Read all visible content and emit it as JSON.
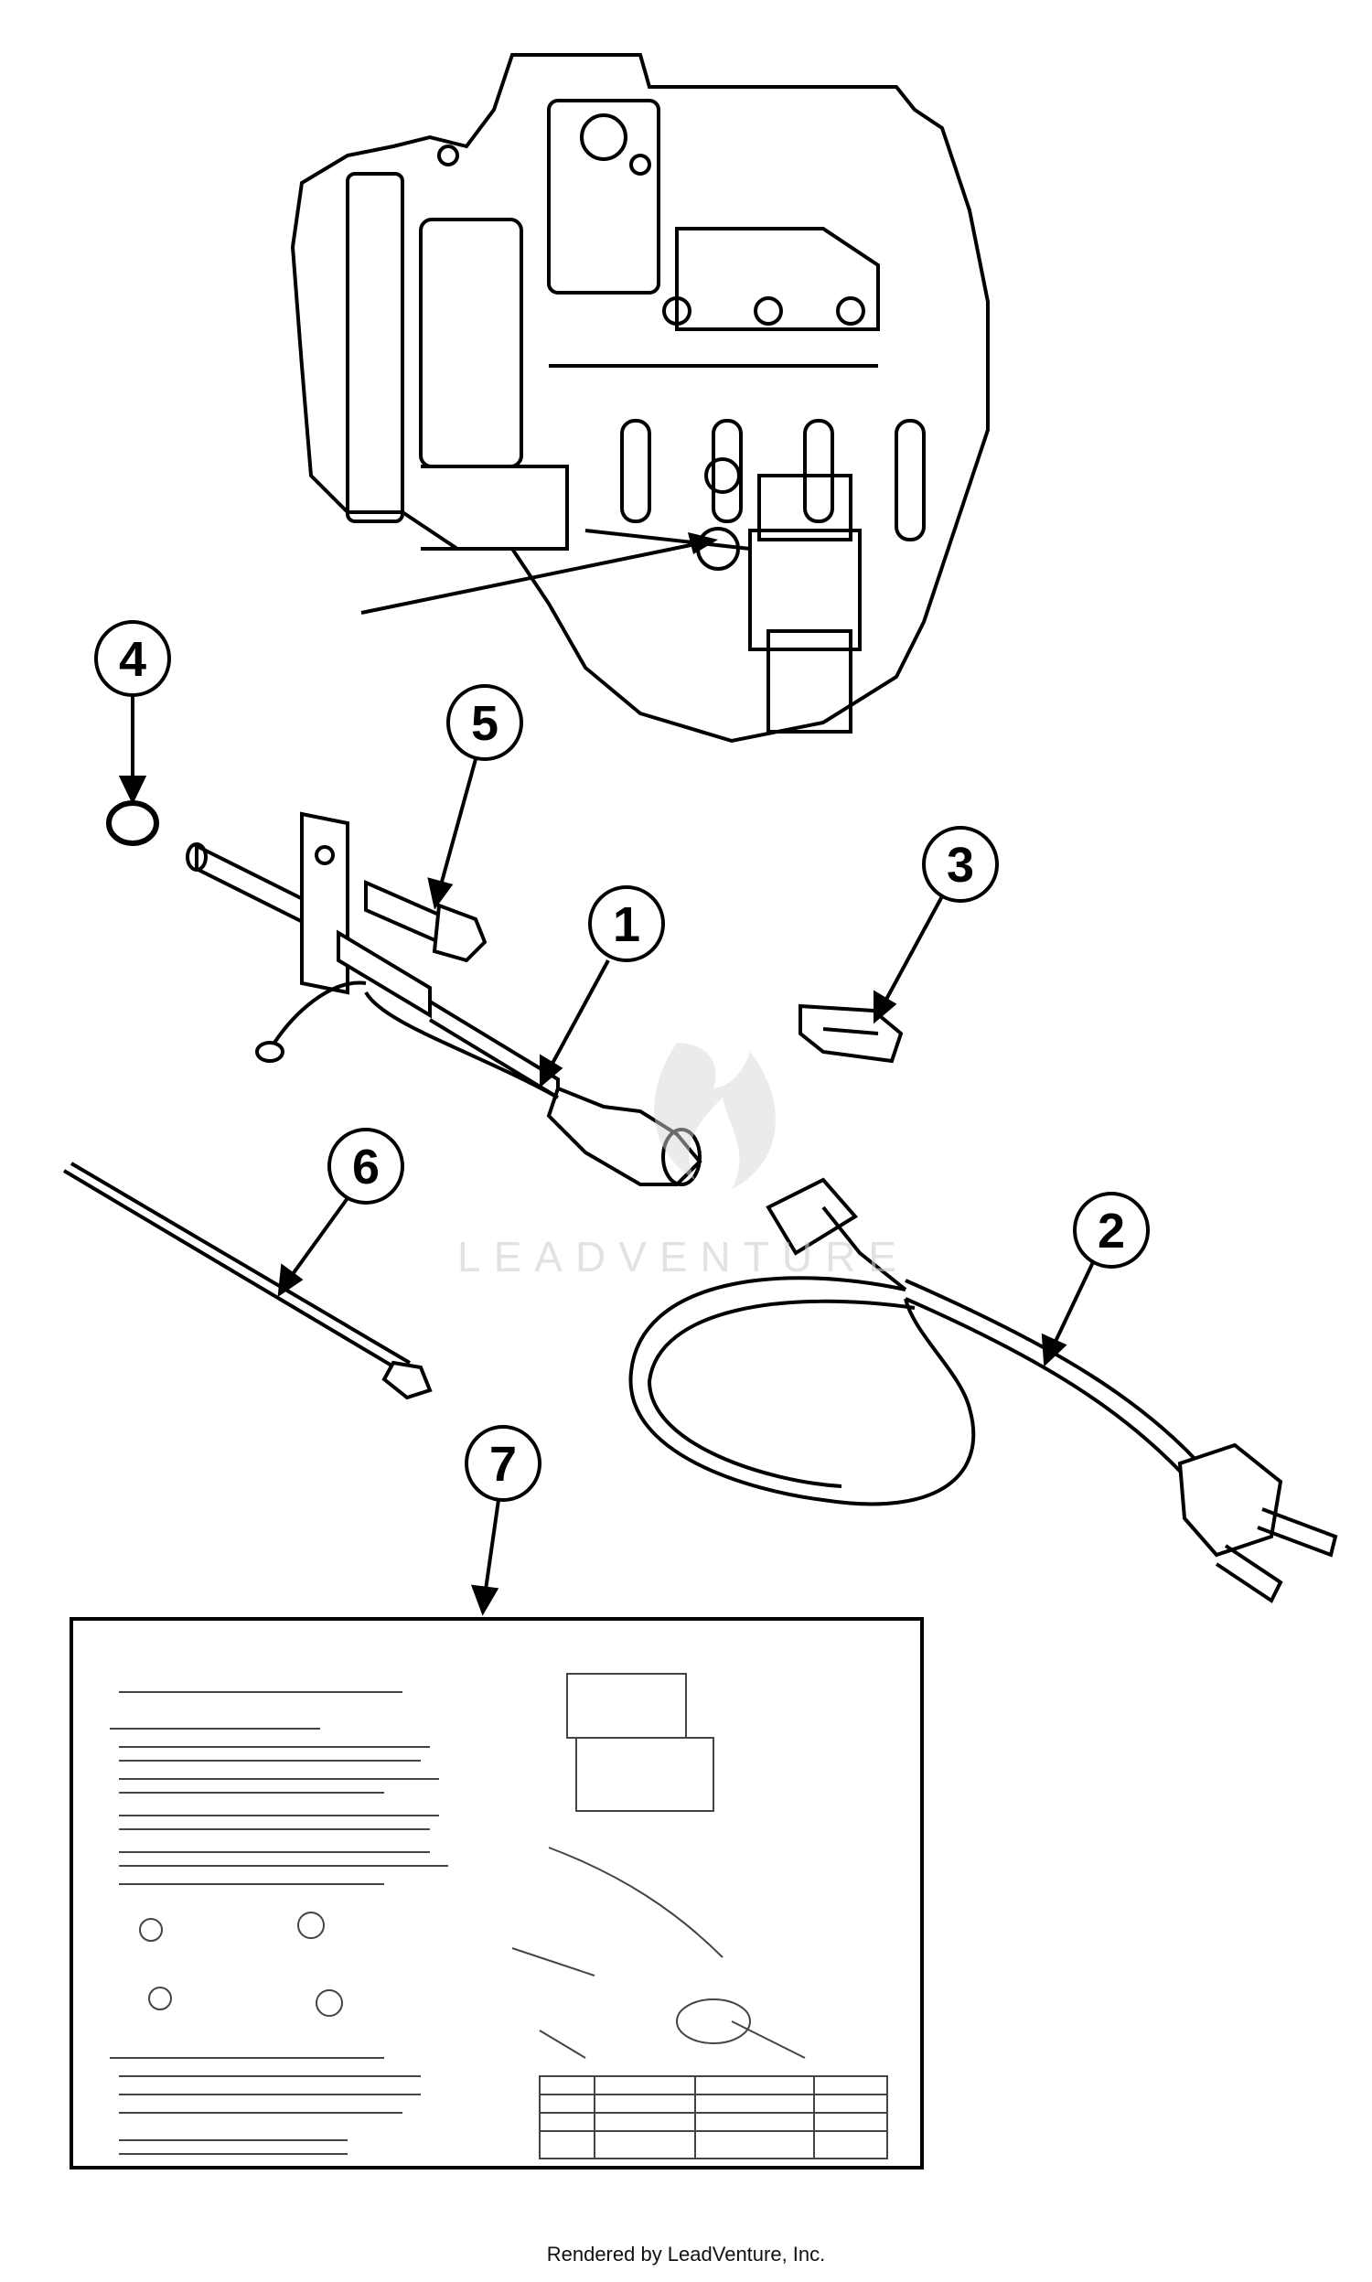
{
  "callouts": [
    {
      "label": "1"
    },
    {
      "label": "2"
    },
    {
      "label": "3"
    },
    {
      "label": "4"
    },
    {
      "label": "5"
    },
    {
      "label": "6"
    },
    {
      "label": "7"
    }
  ],
  "watermark": {
    "text": "LEADVENTURE"
  },
  "footer": {
    "text": "Rendered by LeadVenture, Inc."
  }
}
